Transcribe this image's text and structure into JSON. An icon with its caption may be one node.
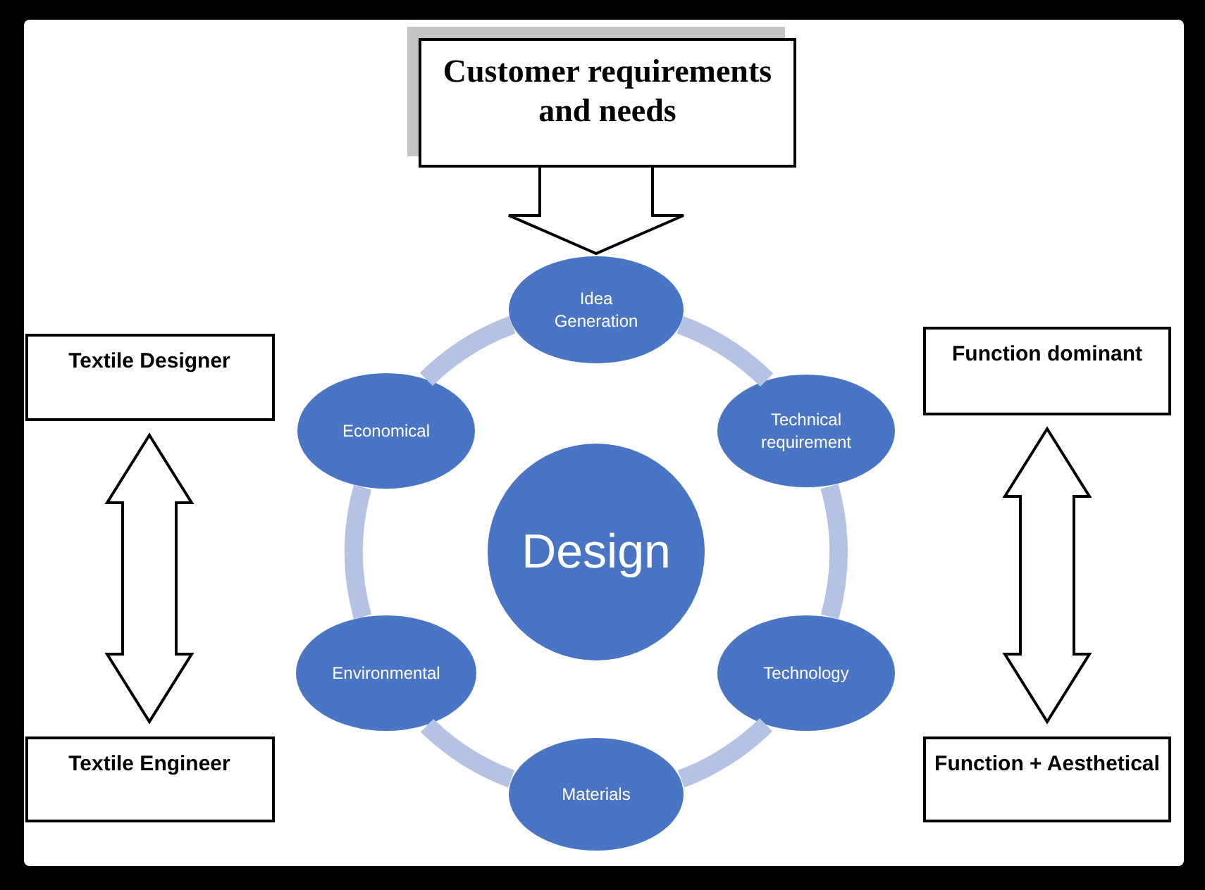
{
  "diagram": {
    "nodes": [
      {
        "text": [
          "Customer requirements and needs"
        ]
      },
      {
        "text": [
          "Idea Generation"
        ]
      },
      {
        "text": [
          "Technical requirement"
        ]
      },
      {
        "text": [
          "Technology"
        ]
      },
      {
        "text": [
          "Materials"
        ]
      },
      {
        "text": [
          "Environmental"
        ]
      },
      {
        "text": [
          "Economical"
        ]
      },
      {
        "text": [
          "Design"
        ]
      },
      {
        "text": [
          "Textile Designer"
        ]
      },
      {
        "text": [
          "Textile Engineer"
        ]
      },
      {
        "text": [
          "Function dominant"
        ]
      },
      {
        "text": [
          "Function + Aesthetical"
        ]
      }
    ],
    "edges": [
      {
        "from": 0,
        "to": 1,
        "arrow": "to"
      },
      {
        "from": 1,
        "to": 2,
        "arrow": "none",
        "color": "#b4c3e4"
      },
      {
        "from": 2,
        "to": 3,
        "arrow": "none",
        "color": "#b4c3e4"
      },
      {
        "from": 3,
        "to": 4,
        "arrow": "none",
        "color": "#b4c3e4"
      },
      {
        "from": 4,
        "to": 5,
        "arrow": "none",
        "color": "#b4c3e4"
      },
      {
        "from": 5,
        "to": 6,
        "arrow": "none",
        "color": "#b4c3e4"
      },
      {
        "from": 6,
        "to": 1,
        "arrow": "none",
        "color": "#b4c3e4"
      },
      {
        "from": 8,
        "to": 9,
        "arrow": "both"
      },
      {
        "from": 10,
        "to": 11,
        "arrow": "both"
      }
    ]
  }
}
